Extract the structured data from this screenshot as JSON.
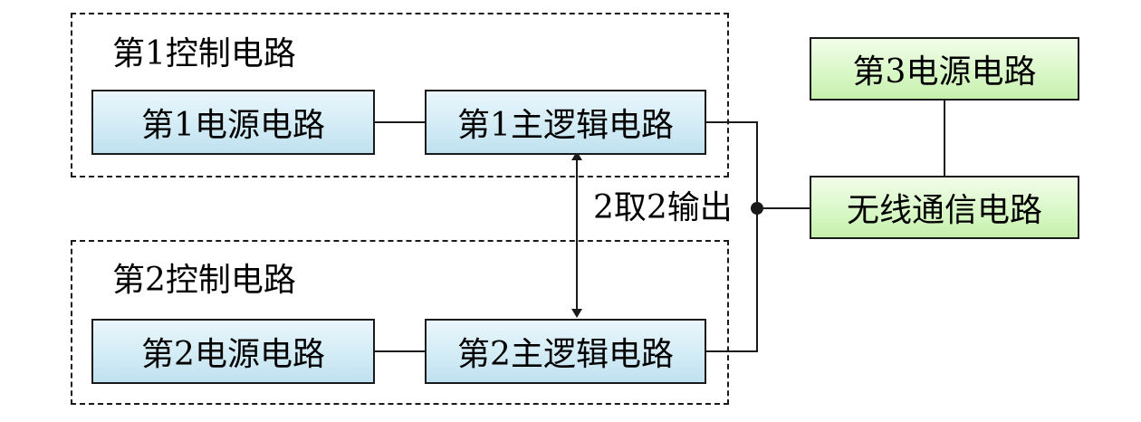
{
  "groups": [
    {
      "id": "control-1",
      "label": "第1控制电路"
    },
    {
      "id": "control-2",
      "label": "第2控制电路"
    }
  ],
  "blocks": {
    "power1": "第1电源电路",
    "logic1": "第1主逻辑电路",
    "power2": "第2电源电路",
    "logic2": "第2主逻辑电路",
    "power3": "第3电源电路",
    "wireless": "无线通信电路"
  },
  "edge_labels": {
    "two_of_two": "2取2输出"
  },
  "colors": {
    "blue_block": "#cfe9f4",
    "green_block": "#d6f7c4",
    "line": "#1a1a1a"
  }
}
